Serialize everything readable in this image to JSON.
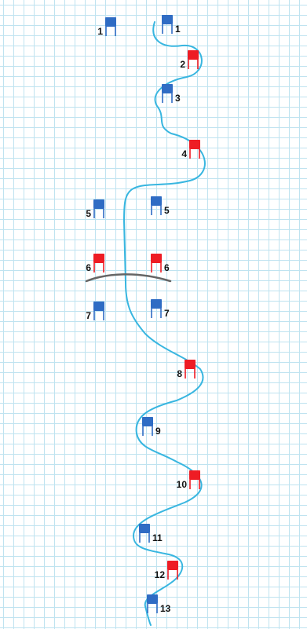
{
  "colors": {
    "path": "#38b6e0",
    "bridge": "#666666",
    "gate_blue": "#2f6cc4",
    "gate_red": "#ee1c24",
    "grid": "#bfe3f0"
  },
  "gates": [
    {
      "id": "g1a",
      "label": "1",
      "color": "blue"
    },
    {
      "id": "g1b",
      "label": "1",
      "color": "blue"
    },
    {
      "id": "g2",
      "label": "2",
      "color": "red"
    },
    {
      "id": "g3",
      "label": "3",
      "color": "blue"
    },
    {
      "id": "g4",
      "label": "4",
      "color": "red"
    },
    {
      "id": "g5a",
      "label": "5",
      "color": "blue"
    },
    {
      "id": "g5b",
      "label": "5",
      "color": "blue"
    },
    {
      "id": "g6a",
      "label": "6",
      "color": "red"
    },
    {
      "id": "g6b",
      "label": "6",
      "color": "red"
    },
    {
      "id": "g7a",
      "label": "7",
      "color": "blue"
    },
    {
      "id": "g7b",
      "label": "7",
      "color": "blue"
    },
    {
      "id": "g8",
      "label": "8",
      "color": "red"
    },
    {
      "id": "g9",
      "label": "9",
      "color": "blue"
    },
    {
      "id": "g10",
      "label": "10",
      "color": "red"
    },
    {
      "id": "g11",
      "label": "11",
      "color": "blue"
    },
    {
      "id": "g12",
      "label": "12",
      "color": "red"
    },
    {
      "id": "g13",
      "label": "13",
      "color": "blue"
    }
  ]
}
